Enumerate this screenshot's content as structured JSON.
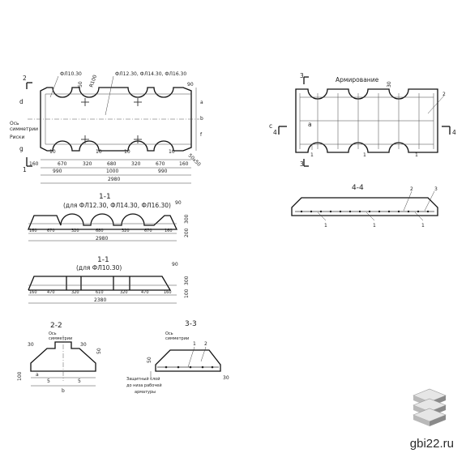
{
  "plan": {
    "mark_fl10": "ФЛ10.30",
    "mark_group": "ФЛ12.30, ФЛ14.30, ФЛ16.30",
    "axis_label_top": "Ось",
    "axis_label_bottom": "симметрии",
    "risks": "Риски",
    "section_2": "2",
    "section_1": "1",
    "dim_10": "10",
    "dim_r": "R100",
    "dim_160": "160",
    "dim_670": "670",
    "dim_320": "320",
    "dim_680": "680",
    "dim_990": "990",
    "dim_1000": "1000",
    "dim_2980": "2980",
    "dim_50": "50",
    "dim_90": "90",
    "dim_b": "b",
    "dim_a": "a",
    "dim_f": "f",
    "chamfer": "50x50",
    "label_d": "d",
    "label_g": "g"
  },
  "section_1_1_a": {
    "title": "1-1",
    "subtitle": "(для ФЛ12.30, ФЛ14.30, ФЛ16.30)",
    "dims": [
      "160",
      "670",
      "320",
      "680",
      "320",
      "670",
      "160"
    ],
    "total": "2980",
    "right_90": "90",
    "right_300": "300",
    "right_200": "200"
  },
  "section_1_1_b": {
    "title": "1-1",
    "subtitle": "(для ФЛ10.30)",
    "dims": [
      "160",
      "470",
      "320",
      "610",
      "320",
      "470",
      "160"
    ],
    "total": "2380",
    "right_90": "90",
    "right_300": "300",
    "right_100": "100"
  },
  "section_2_2": {
    "title": "2-2",
    "axis_top": "Ось",
    "axis_bottom": "симметрии",
    "dim_30": "30",
    "dim_50": "50",
    "dim_100": "100",
    "dim_b": "b",
    "dim_a": "a",
    "dim_5": "5"
  },
  "section_3_3": {
    "title": "3-3",
    "axis_top": "Ось",
    "axis_bottom": "симметрии",
    "mark_1": "1",
    "mark_2": "2",
    "dim_50": "50",
    "dim_30": "30",
    "note_line1": "Защитный слой",
    "note_line2": "до низа рабочей",
    "note_line3": "арматуры"
  },
  "reinforcement": {
    "title": "Армирование",
    "mark_1": "1",
    "mark_2": "2",
    "mark_3": "3",
    "mark_4": "4",
    "dim_30": "30",
    "label_c": "c",
    "label_a": "a"
  },
  "section_4_4": {
    "title": "4-4",
    "mark_1": "1",
    "mark_2": "2",
    "mark_3": "3"
  },
  "watermark": {
    "site": "gbi22.ru",
    "logo": "stacked-slabs-logo"
  },
  "colors": {
    "line": "#333333",
    "paper": "#ffffff",
    "logo_light": "#e6e6e6",
    "logo_mid": "#b9b9b9",
    "logo_dark": "#8a8a8a"
  }
}
